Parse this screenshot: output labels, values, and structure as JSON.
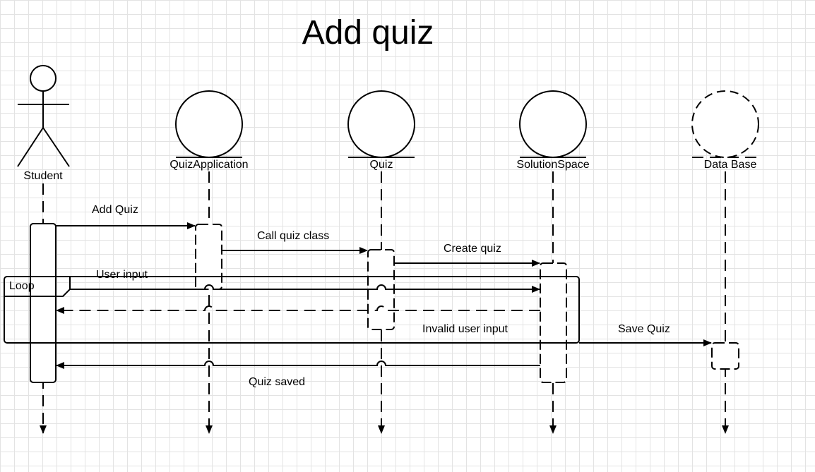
{
  "title": "Add quiz",
  "actor": {
    "name": "Student"
  },
  "lifelines": [
    {
      "id": "quizapp",
      "name": "QuizApplication"
    },
    {
      "id": "quiz",
      "name": "Quiz"
    },
    {
      "id": "solution",
      "name": "SolutionSpace"
    },
    {
      "id": "database",
      "name": "Data Base"
    }
  ],
  "messages": [
    {
      "id": "add-quiz",
      "label": "Add Quiz",
      "style": "solid"
    },
    {
      "id": "call-quiz-class",
      "label": "Call quiz class",
      "style": "solid"
    },
    {
      "id": "create-quiz",
      "label": "Create quiz",
      "style": "solid"
    },
    {
      "id": "user-input",
      "label": "User input",
      "style": "solid"
    },
    {
      "id": "invalid-user-input",
      "label": "Invalid user input",
      "style": "dashed"
    },
    {
      "id": "save-quiz",
      "label": "Save Quiz",
      "style": "solid"
    },
    {
      "id": "quiz-saved",
      "label": "Quiz saved",
      "style": "solid"
    }
  ],
  "fragment": {
    "label": "Loop"
  }
}
